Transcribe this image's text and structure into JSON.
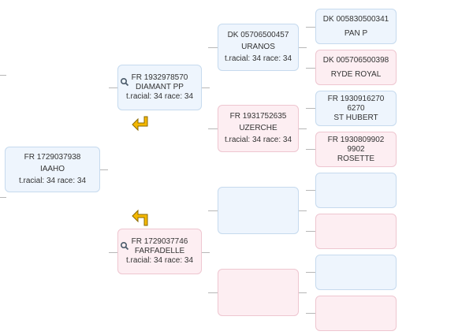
{
  "subject": {
    "reg": "FR 1729037938",
    "name": "IAAHO",
    "info": "t.racial: 34 race: 34"
  },
  "sire": {
    "reg": "FR 1932978570",
    "name": "DIAMANT PP",
    "info": "t.racial: 34 race: 34"
  },
  "dam": {
    "reg": "FR 1729037746",
    "name": "FARFADELLE",
    "info": "t.racial: 34 race: 34"
  },
  "sire_sire": {
    "reg": "DK 05706500457",
    "name": "URANOS",
    "info": "t.racial: 34 race: 34"
  },
  "sire_dam": {
    "reg": "FR 1931752635",
    "name": "UZERCHE",
    "info": "t.racial: 34 race: 34"
  },
  "ss_sire": {
    "reg": "DK 005830500341",
    "name": "PAN P"
  },
  "ss_dam": {
    "reg": "DK 005706500398",
    "name": "RYDE ROYAL"
  },
  "sd_sire": {
    "reg": "FR 1930916270",
    "num": "6270",
    "name": "ST HUBERT"
  },
  "sd_dam": {
    "reg": "FR 1930809902",
    "num": "9902",
    "name": "ROSETTE"
  },
  "icons": {
    "search": "magnifier-icon",
    "arrow": "turn-arrow-icon",
    "arrow_color": "#f5b800"
  }
}
